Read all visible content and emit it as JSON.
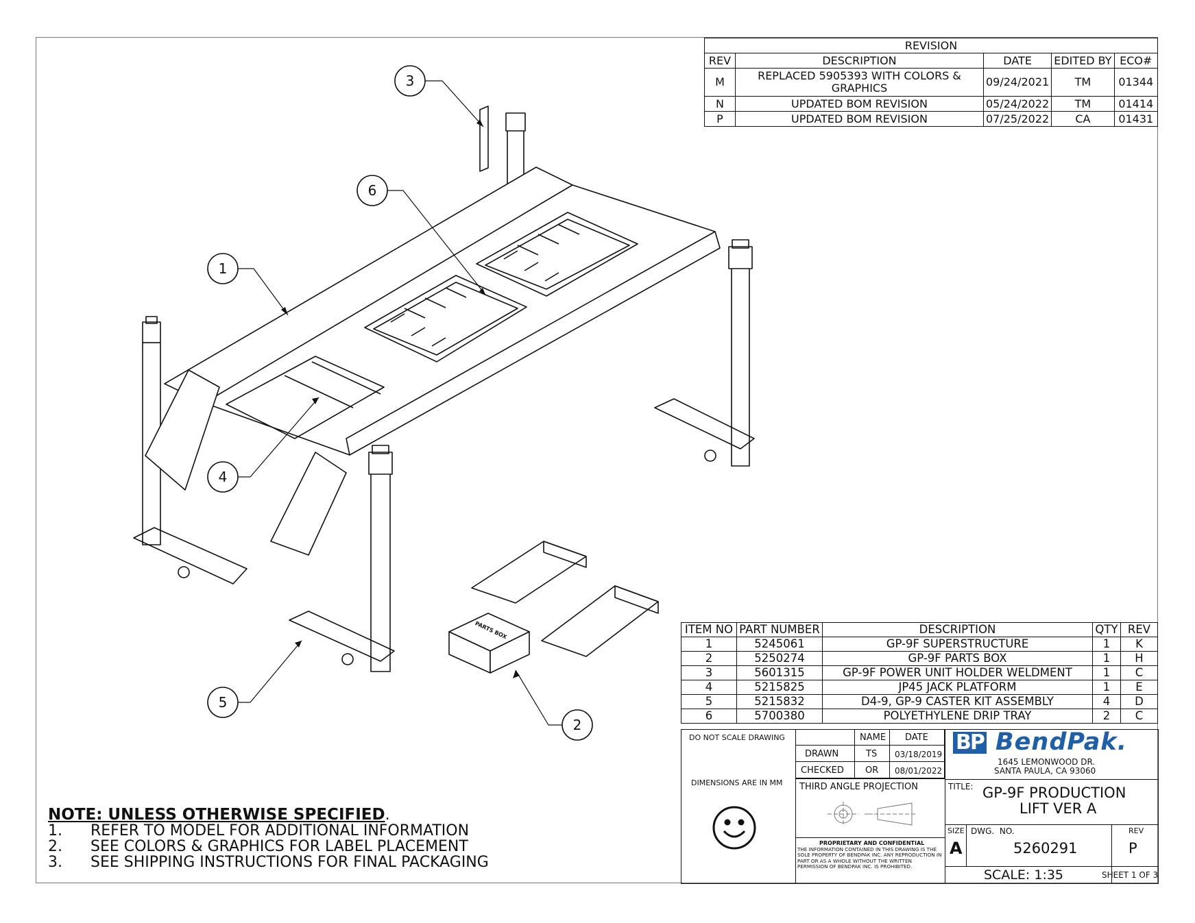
{
  "revision": {
    "title": "REVISION",
    "headers": [
      "REV",
      "DESCRIPTION",
      "DATE",
      "EDITED BY",
      "ECO#"
    ],
    "rows": [
      [
        "M",
        "REPLACED 5905393 WITH COLORS & GRAPHICS",
        "09/24/2021",
        "TM",
        "01344"
      ],
      [
        "N",
        "UPDATED BOM REVISION",
        "05/24/2022",
        "TM",
        "01414"
      ],
      [
        "P",
        "UPDATED BOM REVISION",
        "07/25/2022",
        "CA",
        "01431"
      ]
    ]
  },
  "bom": {
    "headers": [
      "ITEM NO",
      "PART NUMBER",
      "DESCRIPTION",
      "QTY",
      "REV"
    ],
    "rows": [
      [
        "1",
        "5245061",
        "GP-9F SUPERSTRUCTURE",
        "1",
        "K"
      ],
      [
        "2",
        "5250274",
        "GP-9F PARTS BOX",
        "1",
        "H"
      ],
      [
        "3",
        "5601315",
        "GP-9F POWER UNIT HOLDER WELDMENT",
        "1",
        "C"
      ],
      [
        "4",
        "5215825",
        "JP45 JACK PLATFORM",
        "1",
        "E"
      ],
      [
        "5",
        "5215832",
        "D4-9, GP-9 CASTER KIT ASSEMBLY",
        "4",
        "D"
      ],
      [
        "6",
        "5700380",
        "POLYETHYLENE DRIP TRAY",
        "2",
        "C"
      ]
    ]
  },
  "balloons": [
    "1",
    "2",
    "3",
    "4",
    "5",
    "6"
  ],
  "parts_box_label": "PARTS BOX",
  "notes": {
    "heading": "NOTE: UNLESS OTHERWISE SPECIFIED",
    "heading_suffix": ".",
    "items": [
      {
        "num": "1.",
        "text": "REFER TO MODEL FOR ADDITIONAL INFORMATION"
      },
      {
        "num": "2.",
        "text": "SEE COLORS & GRAPHICS FOR LABEL PLACEMENT"
      },
      {
        "num": "3.",
        "text": "SEE SHIPPING INSTRUCTIONS FOR FINAL PACKAGING"
      }
    ]
  },
  "title_block": {
    "do_not_scale": "DO NOT SCALE DRAWING",
    "name_label": "NAME",
    "date_label": "DATE",
    "drawn_label": "DRAWN",
    "drawn_name": "TS",
    "drawn_date": "03/18/2019",
    "checked_label": "CHECKED",
    "checked_name": "OR",
    "checked_date": "08/01/2022",
    "dimensions": "DIMENSIONS ARE IN MM",
    "projection": "THIRD ANGLE PROJECTION",
    "proprietary_title": "PROPRIETARY AND CONFIDENTIAL",
    "proprietary_text": "THE INFORMATION CONTAINED IN THIS DRAWING IS THE SOLE PROPERTY OF BENDPAK INC. ANY REPRODUCTION IN PART OR AS A WHOLE WITHOUT THE WRITTEN PERMISSION OF BENDPAK INC. IS PROHIBITED.",
    "logo_mark": "BP",
    "logo_name": "BendPak",
    "logo_dot": ".",
    "address1": "1645 LEMONWOOD DR.",
    "address2": "SANTA PAULA, CA 93060",
    "title_label": "TITLE:",
    "title_line1": "GP-9F PRODUCTION",
    "title_line2": "LIFT VER A",
    "size_label": "SIZE",
    "size": "A",
    "dwg_label": "DWG.  NO.",
    "dwg_no": "5260291",
    "rev_label": "REV",
    "rev": "P",
    "scale": "SCALE: 1:35",
    "sheet": "SHEET 1 OF 3"
  },
  "colors": {
    "ink": "#111111",
    "logo_blue": "#1f5fa8",
    "frame": "#777777"
  }
}
